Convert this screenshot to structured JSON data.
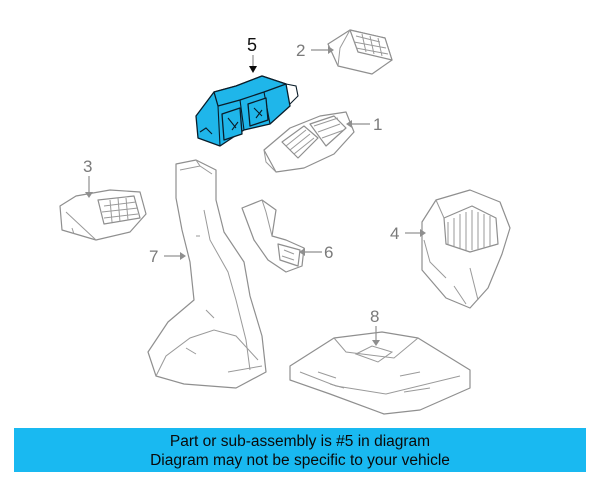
{
  "callouts": [
    {
      "id": "1",
      "label": "1"
    },
    {
      "id": "2",
      "label": "2"
    },
    {
      "id": "3",
      "label": "3"
    },
    {
      "id": "4",
      "label": "4"
    },
    {
      "id": "5",
      "label": "5"
    },
    {
      "id": "6",
      "label": "6"
    },
    {
      "id": "7",
      "label": "7"
    },
    {
      "id": "8",
      "label": "8"
    }
  ],
  "highlight_part": "5",
  "highlight_color": "#1fb6ea",
  "banner": {
    "line1": "Part or sub-assembly is #5 in diagram",
    "line2": "Diagram may not be specific to your vehicle",
    "color": "#19b9f1"
  }
}
